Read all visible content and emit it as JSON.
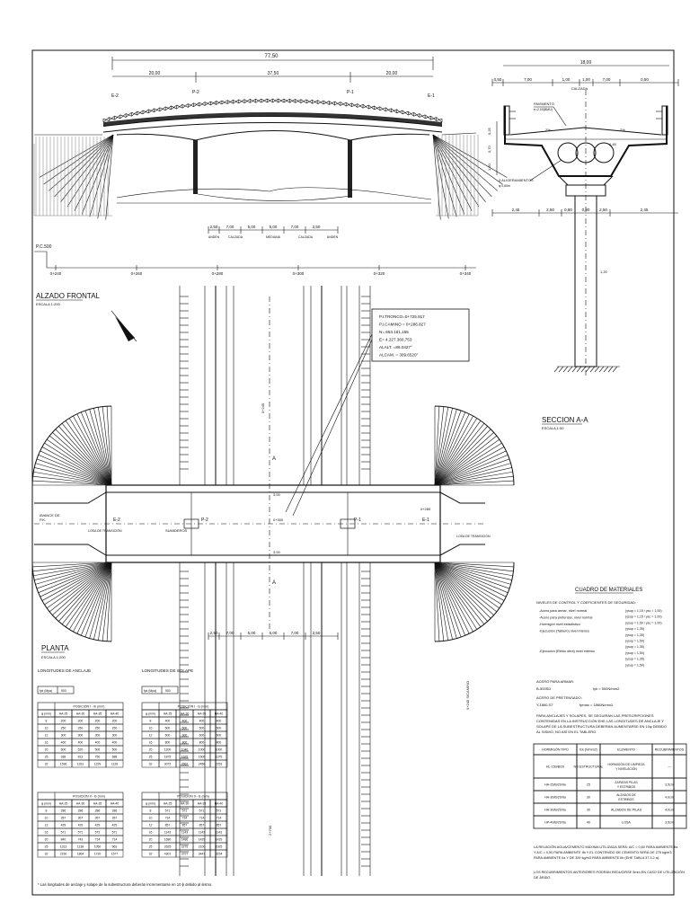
{
  "elevation": {
    "title": "ALZADO FRONTAL",
    "scale": "ESCALA 1:200",
    "total_dim": "77,50",
    "dim_left": "20,00",
    "dim_center": "37,50",
    "dim_right": "20,00",
    "labels": {
      "e2": "E-2",
      "p2": "P-2",
      "p1": "P-1",
      "e1": "E-1"
    },
    "pc": "P.C.500",
    "stations": [
      "0+240",
      "0+260",
      "0+280",
      "0+300",
      "0+320",
      "0+340"
    ],
    "bottom_dims": [
      "2,50",
      "7,00",
      "5,00",
      "5,00",
      "7,00",
      "2,50"
    ],
    "bottom_labels": [
      "ANDÉN",
      "CALZADA",
      "MEDIANA",
      "CALZADA",
      "ANDÉN"
    ]
  },
  "section": {
    "title": "SECCION A-A",
    "scale": "ESCALA 1:50",
    "top_total": "18,00",
    "top_dims": [
      "0,50",
      "7,00",
      "1,00",
      "1,00",
      "7,00",
      "0,50"
    ],
    "calzada": "CALZADA",
    "pavimento": "PAVIMENTO",
    "pav_note": "e=2,00(BMU)",
    "slope_left": "2%",
    "slope_right": "2%",
    "alig": "3 ALIGERAMIENTOS",
    "alig_note": "φ 0,60m",
    "side_dims": [
      "0,25",
      "0,70",
      "1,50"
    ],
    "bottom_dims": [
      "2,45",
      "2,50",
      "0,80",
      "0,80",
      "2,50",
      "2,45"
    ],
    "dim_090": "0,45",
    "col_dim": "1,20"
  },
  "plan": {
    "title": "PLANTA",
    "scale": "ESCALA 1:200",
    "info": [
      "P.I.TRONCO=0+725.917",
      "P.I.CAMINO = 0+286.827",
      "N= 653.161,155",
      "E= 4.227.360,753",
      "ALALT. =86.0427°",
      "ALCAM. = 309.6520°"
    ],
    "avance": "AVANCE DE",
    "avance2": "P.K.",
    "losa": "LOSA DE TRANSICIÓN",
    "sumidero": "SUMIDEROS",
    "e2": "E-2",
    "p2": "P-2",
    "p1": "P-1",
    "e1": "E-1",
    "axis": "0+300",
    "axis2": "0+245",
    "a_mark": "A",
    "dims_vert": [
      "3,00",
      "3,00"
    ],
    "bottom_dims": [
      "2,50",
      "7,00",
      "5,00",
      "5,00",
      "7,00",
      "2,50"
    ],
    "station_right": "0+280",
    "stn_rot1": "2+700",
    "stn_rot2": "0+245 S/CAMINO"
  },
  "anchor_tables": [
    {
      "title": "LONGITUDES DE ANCLAJE",
      "param_label": "fyk (Mpa)",
      "param_value": "500",
      "group": "POSICIÓN I - lb (mm)",
      "cols": [
        "φ (mm)",
        "HA-25",
        "HA-30",
        "HA-35",
        "HA-40"
      ],
      "rows": [
        [
          "8",
          "200",
          "200",
          "200",
          "200"
        ],
        [
          "10",
          "250",
          "250",
          "250",
          "250"
        ],
        [
          "12",
          "300",
          "300",
          "300",
          "300"
        ],
        [
          "16",
          "400",
          "400",
          "400",
          "400"
        ],
        [
          "20",
          "600",
          "520",
          "500",
          "500"
        ],
        [
          "25",
          "938",
          "813",
          "750",
          "688"
        ],
        [
          "32",
          "1536",
          "1331",
          "1229",
          "1126"
        ]
      ]
    },
    {
      "title": "LONGITUDES DE SOLAPE",
      "param_label": "fyk (Mpa)",
      "param_value": "500",
      "group": "POSICIÓN I - ls (mm)",
      "cols": [
        "φ (mm)",
        "HA-25",
        "HA-30",
        "HA-35",
        "HA-40"
      ],
      "rows": [
        [
          "8",
          "400",
          "400",
          "400",
          "400"
        ],
        [
          "10",
          "500",
          "500",
          "500",
          "500"
        ],
        [
          "12",
          "600",
          "600",
          "600",
          "600"
        ],
        [
          "16",
          "800",
          "800",
          "800",
          "800"
        ],
        [
          "20",
          "1200",
          "1040",
          "1000",
          "1000"
        ],
        [
          "25",
          "1875",
          "1625",
          "1500",
          "1375"
        ],
        [
          "32",
          "3072",
          "2662",
          "2458",
          "2253"
        ]
      ]
    },
    {
      "title": "",
      "param_label": "",
      "param_value": "",
      "group": "POSICIÓN II - lb (mm)",
      "cols": [
        "φ (mm)",
        "HA-25",
        "HA-30",
        "HA-35",
        "HA-40"
      ],
      "rows": [
        [
          "8",
          "286",
          "286",
          "286",
          "286"
        ],
        [
          "10",
          "357",
          "357",
          "357",
          "357"
        ],
        [
          "12",
          "429",
          "429",
          "429",
          "429"
        ],
        [
          "16",
          "571",
          "571",
          "571",
          "571"
        ],
        [
          "20",
          "840",
          "743",
          "714",
          "714"
        ],
        [
          "25",
          "1313",
          "1138",
          "1050",
          "963"
        ],
        [
          "32",
          "2150",
          "1864",
          "1720",
          "1577"
        ]
      ]
    },
    {
      "title": "",
      "param_label": "",
      "param_value": "",
      "group": "POSICIÓN II - ls (mm)",
      "cols": [
        "φ (mm)",
        "HA-25",
        "HA-30",
        "HA-35",
        "HA-40"
      ],
      "rows": [
        [
          "8",
          "571",
          "571",
          "571",
          "571"
        ],
        [
          "10",
          "714",
          "714",
          "714",
          "714"
        ],
        [
          "12",
          "857",
          "857",
          "857",
          "857"
        ],
        [
          "16",
          "1143",
          "1143",
          "1143",
          "1143"
        ],
        [
          "20",
          "1680",
          "1486",
          "1429",
          "1429"
        ],
        [
          "25",
          "2625",
          "2275",
          "2100",
          "1925"
        ],
        [
          "32",
          "4301",
          "3727",
          "3441",
          "3154"
        ]
      ]
    }
  ],
  "footnote": "* Las longitudes de anclaje y solape de la subestructura deberán incrementarse en 10 ϕ debido al sismo.",
  "materials": {
    "title": "CUADRO DE MATERIALES",
    "niveles": "NIVELES DE CONTROL Y COEFICIENTES DE SEGURIDAD:",
    "items_left": [
      "-Acero para armar, nivel normal",
      "-Acero para pretensar, nivel normal",
      "-Hormigón nivel estadístico",
      "-Ejecución (Tablero) nivel intenso",
      "",
      "",
      "-Ejecución (Resto obra) nivel intenso"
    ],
    "items_right": [
      "(γsup = 1,15 / γsc = 1,00)",
      "(γsup = 1,15 / γsc = 1,00)",
      "(γsup = 1,50 / γsc = 1,00)",
      "(γsup = 1,35)",
      "(γsup = 1,35)",
      "(γsup = 1,50)",
      "(γsup = 1,35)",
      "(γsup = 1,50)",
      "(γsup = 1,35)",
      "(γsup = 1,50)"
    ],
    "acero_armar": "ACERO PARA ARMAR:",
    "acero_armar_val": "B-500SD",
    "acero_armar_fy": "fyk = 500N/mm2.",
    "acero_pret": "ACERO DE PRETENSADO:",
    "acero_pret_val": "Y-1860-S7",
    "acero_pret_fy": "fpmáx = 1860N/mm2.",
    "note1": "PARA ANCLAJES Y SOLAPES, SE SEGUIRAN LAS PRESCRIPCIONES",
    "note2": "CONTENIDAS EN LA INSTRUCCIÓN EHE LAS LONGITUDES DE ANCLAJE Y",
    "note3": "SOLAPE DE LA SUBESTRUCTURA DEBERÁN AUMENTARSE EN 10φ DEBIDO",
    "note4": "AL SISMO, NO ASÍ EN EL TABLERO.",
    "table_head": [
      "HORMIGÓN TIPO",
      "fck (N/mm2)",
      "ELEMENTO",
      "RECUBRIMIENTOS"
    ],
    "table_rows": [
      [
        "HL-150/B/20",
        "NO ESTRUCTURAL",
        "HORMIGÓN DE LIMPIEZA Y NIVELACIÓN",
        "—"
      ],
      [
        "HA-25/B/20/IIa",
        "25",
        "ZAPATAS PILAS Y ESTRIBOS",
        "3,5cm"
      ],
      [
        "HA-30/B/20/IIa",
        "30",
        "ALZADOS DE ESTRIBOS",
        "4,0cm"
      ],
      [
        "HA-30/B/20/IIa",
        "30",
        "ALZADOS DE PILAS",
        "4,0cm"
      ],
      [
        "HP-40/B/20/IIa",
        "40",
        "LOSA",
        "3,5cm"
      ]
    ],
    "bottom1": "LA RELACIÓN AGUA/CEMENTO MÁXIMA UTILIZADA SERÁ: A/C = 0,60 PARA AMBIENTE IIa",
    "bottom2": "Y A/C = 0,50 PARA AMBIENTE IIb Y EL CONTENIDO DE CEMENTO SERÁ DE 275 kg/m3",
    "bottom3": "PARA AMBIENTE IIa Y DE 300 kg/m3 PARA AMBIENTE IIb (EHE TABLA 37.3.2.a).",
    "bottom4": "LOS RECUBRIMIENTOS ANTERIORES PODRÁN REDUCIRSE 5mm EN CASO DE UTILIZACIÓN",
    "bottom5": "DE ÁRIDO."
  }
}
